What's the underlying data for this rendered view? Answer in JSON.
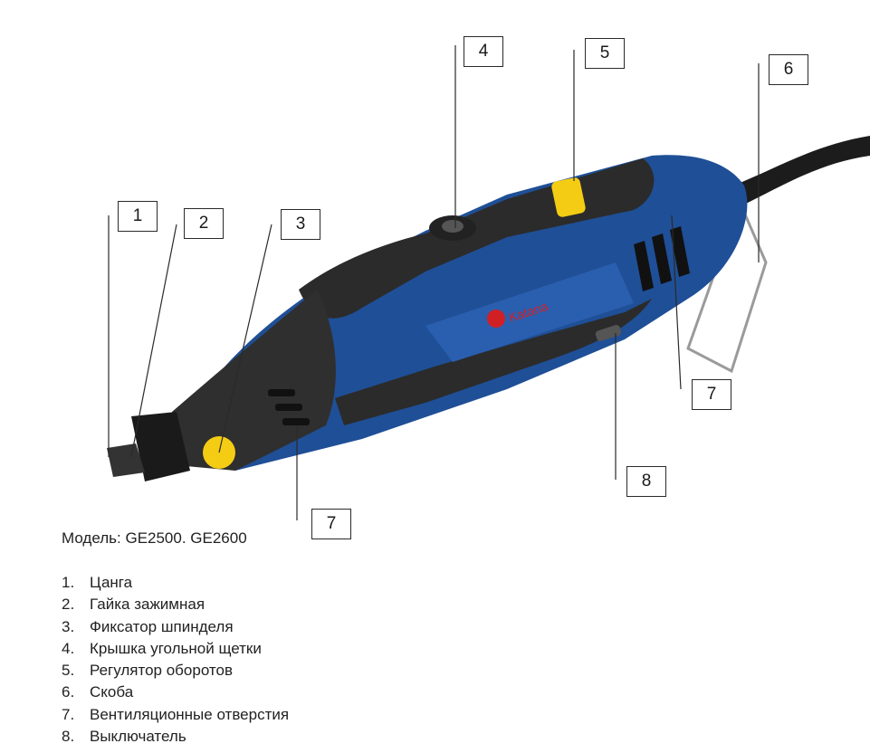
{
  "callouts": [
    "1",
    "2",
    "3",
    "4",
    "5",
    "6",
    "7",
    "7",
    "8"
  ],
  "brand_logo": "Katana",
  "model_line": "Модель: GE2500. GE2600",
  "parts": [
    {
      "num": "1.",
      "label": "Цанга"
    },
    {
      "num": "2.",
      "label": "Гайка зажимная"
    },
    {
      "num": "3.",
      "label": "Фиксатор шпинделя"
    },
    {
      "num": "4.",
      "label": "Крышка угольной щетки"
    },
    {
      "num": "5.",
      "label": "Регулятор оборотов"
    },
    {
      "num": "6.",
      "label": "Скоба"
    },
    {
      "num": "7.",
      "label": "Вентиляционные отверстия"
    },
    {
      "num": "8.",
      "label": "Выключатель"
    }
  ],
  "colors": {
    "body_blue": "#1f4f96",
    "rubber_dark": "#2b2b2b",
    "accent_yellow": "#f4cc14",
    "logo_red": "#d11f26"
  }
}
